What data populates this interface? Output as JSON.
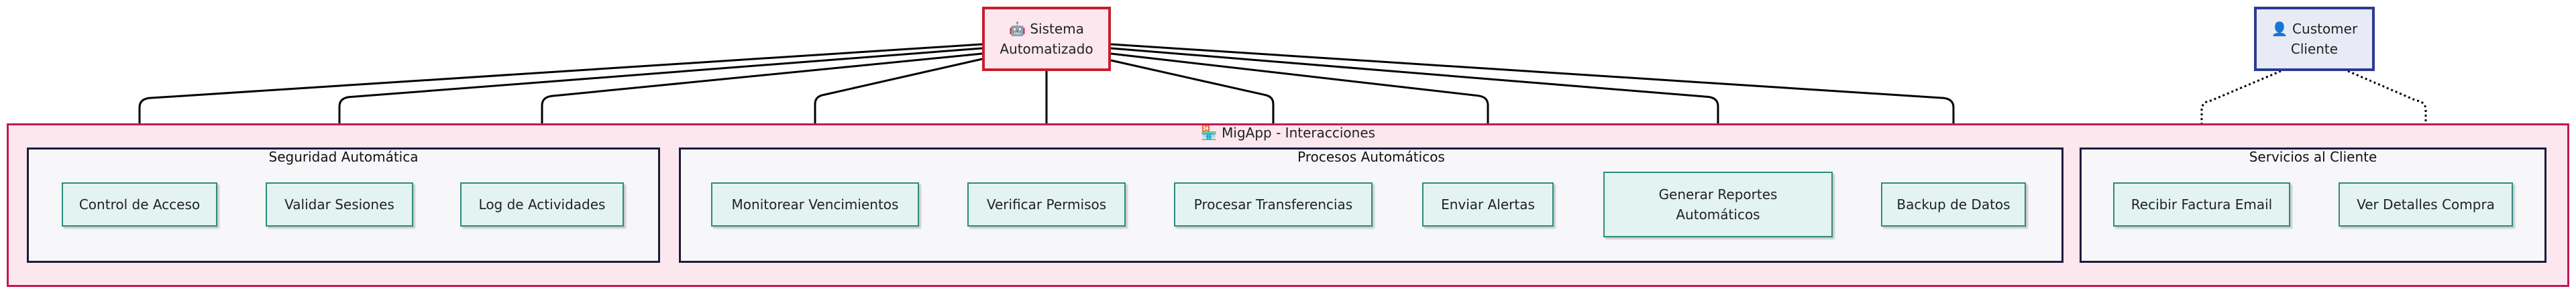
{
  "diagram": {
    "actors": {
      "system": {
        "icon": "🤖",
        "label": "Sistema\nAutomatizado"
      },
      "customer": {
        "icon": "👤",
        "label": "Customer\nCliente"
      }
    },
    "container": {
      "icon": "🏪",
      "title": "MigApp - Interacciones"
    },
    "groups": {
      "security": {
        "title": "Seguridad Automática",
        "nodes": [
          "Control de Acceso",
          "Validar Sesiones",
          "Log de Actividades"
        ]
      },
      "processes": {
        "title": "Procesos Automáticos",
        "nodes": [
          "Monitorear Vencimientos",
          "Verificar Permisos",
          "Procesar Transferencias",
          "Enviar Alertas",
          "Generar Reportes\nAutomáticos",
          "Backup de Datos"
        ]
      },
      "customer_services": {
        "title": "Servicios al Cliente",
        "nodes": [
          "Recibir Factura Email",
          "Ver Detalles Compra"
        ]
      }
    },
    "edges": [
      {
        "from": "system",
        "to": "security.0",
        "style": "solid"
      },
      {
        "from": "system",
        "to": "security.1",
        "style": "solid"
      },
      {
        "from": "system",
        "to": "security.2",
        "style": "solid"
      },
      {
        "from": "system",
        "to": "processes.0",
        "style": "solid"
      },
      {
        "from": "system",
        "to": "processes.1",
        "style": "solid"
      },
      {
        "from": "system",
        "to": "processes.2",
        "style": "solid"
      },
      {
        "from": "system",
        "to": "processes.3",
        "style": "solid"
      },
      {
        "from": "system",
        "to": "processes.4",
        "style": "solid"
      },
      {
        "from": "system",
        "to": "processes.5",
        "style": "solid"
      },
      {
        "from": "customer",
        "to": "customer_services.0",
        "style": "dotted"
      },
      {
        "from": "customer",
        "to": "customer_services.1",
        "style": "dotted"
      }
    ],
    "colors": {
      "system_border": "#c81e2f",
      "customer_border": "#2a3b93",
      "container_border": "#c2185b",
      "container_fill": "#fde7ee",
      "group_border": "#1c1c3a",
      "node_border": "#2c8c7c",
      "node_fill": "#e2f3f2",
      "edge": "#000000"
    }
  }
}
